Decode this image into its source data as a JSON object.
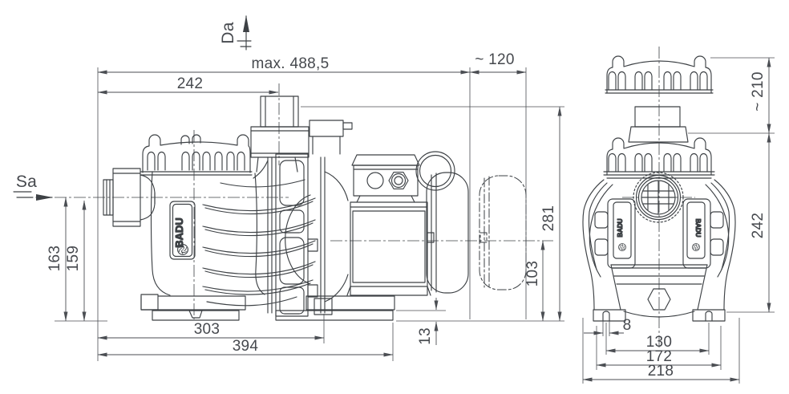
{
  "drawing": {
    "flow": {
      "discharge": "Da",
      "suction": "Sa"
    },
    "brand": "BADU",
    "dims": {
      "overall_max": "max. 488,5",
      "removal_clearance": "~ 120",
      "housing_length": "242",
      "lid_clearance": "~ 210",
      "total_height": "281",
      "shaft_height": "103",
      "inlet_height_outer": "163",
      "inlet_height_inner": "159",
      "foot_length": "303",
      "base_length": "394",
      "pad_height": "13",
      "slot_width": "8",
      "bolt_spacing": "130",
      "foot_outer": "172",
      "overall_width": "218",
      "front_height": "242"
    }
  }
}
